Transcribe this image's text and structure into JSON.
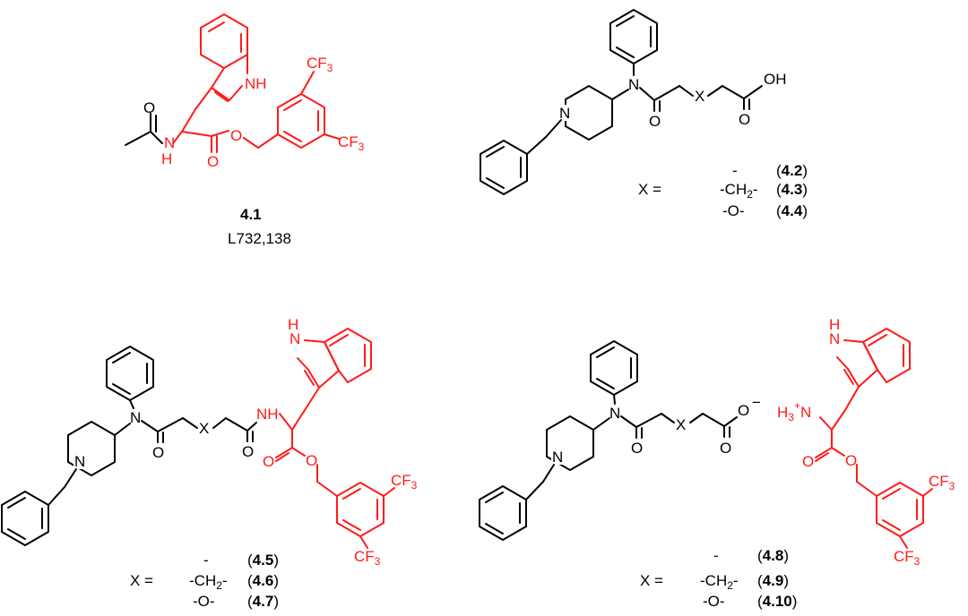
{
  "colors": {
    "ink": "#000000",
    "highlight": "#ff1a1a",
    "background": "#ffffff"
  },
  "compound_4_1": {
    "number": "4.1",
    "code": "L732,138"
  },
  "atom_labels": {
    "indole_nh": "NH",
    "indole_n": "N",
    "indole_h": "H",
    "amide_n": "N",
    "amide_h": "H",
    "amide_nh": "NH",
    "ammonium_h3": "H",
    "ammonium_3": "3",
    "ammonium_plus": "+",
    "ammonium_n": "N",
    "carbonyl_o": "O",
    "hydroxyl_oh": "OH",
    "carboxylate_o": "O",
    "carboxylate_minus": "−",
    "amine_n": "N",
    "cf": "CF",
    "cf_sub": "3",
    "x": "X"
  },
  "series_4_2": {
    "x_eq": "X =",
    "rows": [
      {
        "sub": "-",
        "num": "4.2"
      },
      {
        "sub": "-CH",
        "sub_2": "2",
        "sub_tail": "-",
        "num": "4.3"
      },
      {
        "sub": "-O-",
        "num": "4.4"
      }
    ]
  },
  "series_4_5": {
    "x_eq": "X =",
    "rows": [
      {
        "sub": "-",
        "num": "4.5"
      },
      {
        "sub": "-CH",
        "sub_2": "2",
        "sub_tail": "-",
        "num": "4.6"
      },
      {
        "sub": "-O-",
        "num": "4.7"
      }
    ]
  },
  "series_4_8": {
    "x_eq": "X =",
    "rows": [
      {
        "sub": "-",
        "num": "4.8"
      },
      {
        "sub": "-CH",
        "sub_2": "2",
        "sub_tail": "-",
        "num": "4.9"
      },
      {
        "sub": "-O-",
        "num": "4.10"
      }
    ]
  },
  "paren_open": "(",
  "paren_close": ")"
}
